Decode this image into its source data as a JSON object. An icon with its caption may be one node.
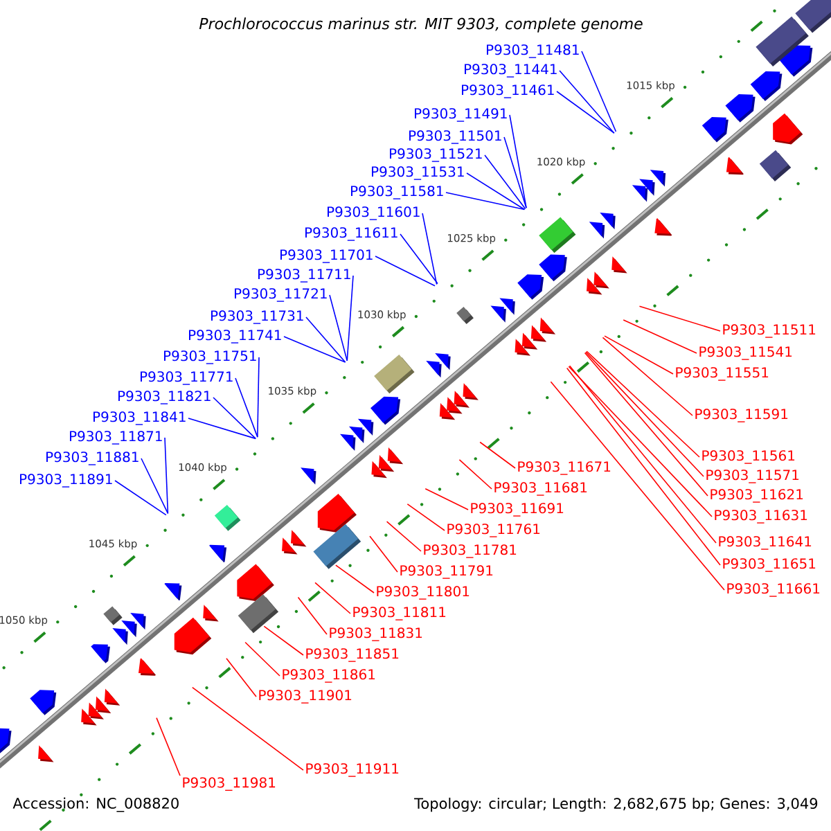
{
  "diagram": {
    "title": "Prochlorococcus marinus str. MIT 9303, complete genome",
    "nodes": [
      {
        "text": [
          "P9303_11481"
        ]
      },
      {
        "text": [
          "P9303_11441"
        ]
      },
      {
        "text": [
          "P9303_11461"
        ]
      },
      {
        "text": [
          "P9303_11491"
        ]
      },
      {
        "text": [
          "P9303_11501"
        ]
      },
      {
        "text": [
          "P9303_11521"
        ]
      },
      {
        "text": [
          "P9303_11531"
        ]
      },
      {
        "text": [
          "P9303_11581"
        ]
      },
      {
        "text": [
          "P9303_11601"
        ]
      },
      {
        "text": [
          "P9303_11611"
        ]
      },
      {
        "text": [
          "P9303_11701"
        ]
      },
      {
        "text": [
          "P9303_11711"
        ]
      },
      {
        "text": [
          "P9303_11721"
        ]
      },
      {
        "text": [
          "P9303_11731"
        ]
      },
      {
        "text": [
          "P9303_11741"
        ]
      },
      {
        "text": [
          "P9303_11751"
        ]
      },
      {
        "text": [
          "P9303_11771"
        ]
      },
      {
        "text": [
          "P9303_11821"
        ]
      },
      {
        "text": [
          "P9303_11841"
        ]
      },
      {
        "text": [
          "P9303_11871"
        ]
      },
      {
        "text": [
          "P9303_11881"
        ]
      },
      {
        "text": [
          "P9303_11891"
        ]
      },
      {
        "text": [
          "P9303_11511"
        ]
      },
      {
        "text": [
          "P9303_11541"
        ]
      },
      {
        "text": [
          "P9303_11551"
        ]
      },
      {
        "text": [
          "P9303_11591"
        ]
      },
      {
        "text": [
          "P9303_11561"
        ]
      },
      {
        "text": [
          "P9303_11671"
        ]
      },
      {
        "text": [
          "P9303_11571"
        ]
      },
      {
        "text": [
          "P9303_11681"
        ]
      },
      {
        "text": [
          "P9303_11621"
        ]
      },
      {
        "text": [
          "P9303_11691"
        ]
      },
      {
        "text": [
          "P9303_11631"
        ]
      },
      {
        "text": [
          "P9303_11761"
        ]
      },
      {
        "text": [
          "P9303_11641"
        ]
      },
      {
        "text": [
          "P9303_11781"
        ]
      },
      {
        "text": [
          "P9303_11651"
        ]
      },
      {
        "text": [
          "P9303_11791"
        ]
      },
      {
        "text": [
          "P9303_11661"
        ]
      },
      {
        "text": [
          "P9303_11801"
        ]
      },
      {
        "text": [
          "P9303_11811"
        ]
      },
      {
        "text": [
          "P9303_11831"
        ]
      },
      {
        "text": [
          "P9303_11851"
        ]
      },
      {
        "text": [
          "P9303_11861"
        ]
      },
      {
        "text": [
          "P9303_11901"
        ]
      },
      {
        "text": [
          "P9303_11911"
        ]
      },
      {
        "text": [
          "P9303_11981"
        ]
      }
    ],
    "edges": [
      {
        "from": 0,
        "to": null,
        "arrow": "none",
        "color": "#0000ff"
      },
      {
        "from": 1,
        "to": null,
        "arrow": "none",
        "color": "#0000ff"
      },
      {
        "from": 2,
        "to": null,
        "arrow": "none",
        "color": "#0000ff"
      },
      {
        "from": 3,
        "to": null,
        "arrow": "none",
        "color": "#0000ff"
      },
      {
        "from": 4,
        "to": null,
        "arrow": "none",
        "color": "#0000ff"
      },
      {
        "from": 5,
        "to": null,
        "arrow": "none",
        "color": "#0000ff"
      },
      {
        "from": 6,
        "to": null,
        "arrow": "none",
        "color": "#0000ff"
      },
      {
        "from": 7,
        "to": null,
        "arrow": "none",
        "color": "#0000ff"
      },
      {
        "from": 8,
        "to": null,
        "arrow": "none",
        "color": "#0000ff"
      },
      {
        "from": 9,
        "to": null,
        "arrow": "none",
        "color": "#0000ff"
      },
      {
        "from": 10,
        "to": null,
        "arrow": "none",
        "color": "#0000ff"
      },
      {
        "from": 11,
        "to": null,
        "arrow": "none",
        "color": "#0000ff"
      },
      {
        "from": 12,
        "to": null,
        "arrow": "none",
        "color": "#0000ff"
      },
      {
        "from": 13,
        "to": null,
        "arrow": "none",
        "color": "#0000ff"
      },
      {
        "from": 14,
        "to": null,
        "arrow": "none",
        "color": "#0000ff"
      },
      {
        "from": 15,
        "to": null,
        "arrow": "none",
        "color": "#0000ff"
      },
      {
        "from": 16,
        "to": null,
        "arrow": "none",
        "color": "#0000ff"
      },
      {
        "from": 17,
        "to": null,
        "arrow": "none",
        "color": "#0000ff"
      },
      {
        "from": 18,
        "to": null,
        "arrow": "none",
        "color": "#0000ff"
      },
      {
        "from": 19,
        "to": null,
        "arrow": "none",
        "color": "#0000ff"
      },
      {
        "from": 20,
        "to": null,
        "arrow": "none",
        "color": "#0000ff"
      },
      {
        "from": 21,
        "to": null,
        "arrow": "none",
        "color": "#0000ff"
      },
      {
        "from": 22,
        "to": null,
        "arrow": "none"
      },
      {
        "from": 23,
        "to": null,
        "arrow": "none"
      },
      {
        "from": 24,
        "to": null,
        "arrow": "none"
      },
      {
        "from": 25,
        "to": null,
        "arrow": "none"
      },
      {
        "from": 26,
        "to": null,
        "arrow": "none"
      },
      {
        "from": 27,
        "to": null,
        "arrow": "none"
      },
      {
        "from": 28,
        "to": null,
        "arrow": "none"
      },
      {
        "from": 29,
        "to": null,
        "arrow": "none"
      },
      {
        "from": 30,
        "to": null,
        "arrow": "none"
      },
      {
        "from": 31,
        "to": null,
        "arrow": "none"
      },
      {
        "from": 32,
        "to": null,
        "arrow": "none"
      },
      {
        "from": 33,
        "to": null,
        "arrow": "none"
      },
      {
        "from": 34,
        "to": null,
        "arrow": "none"
      },
      {
        "from": 35,
        "to": null,
        "arrow": "none"
      },
      {
        "from": 36,
        "to": null,
        "arrow": "none"
      },
      {
        "from": 37,
        "to": null,
        "arrow": "none"
      },
      {
        "from": 38,
        "to": null,
        "arrow": "none"
      },
      {
        "from": 39,
        "to": null,
        "arrow": "none"
      },
      {
        "from": 40,
        "to": null,
        "arrow": "none"
      },
      {
        "from": 41,
        "to": null,
        "arrow": "none"
      },
      {
        "from": 42,
        "to": null,
        "arrow": "none"
      },
      {
        "from": 43,
        "to": null,
        "arrow": "none"
      },
      {
        "from": 44,
        "to": null,
        "arrow": "none"
      },
      {
        "from": 45,
        "to": null,
        "arrow": "none"
      },
      {
        "from": 46,
        "to": null,
        "arrow": "none"
      }
    ],
    "labels": [
      "1015 kbp",
      "1020 kbp",
      "1025 kbp",
      "1030 kbp",
      "1035 kbp",
      "1040 kbp",
      "1045 kbp",
      "1050 kbp",
      "Accession: NC_008820",
      "Topology: circular; Length: 2,682,675 bp; Genes: 3,049"
    ]
  }
}
